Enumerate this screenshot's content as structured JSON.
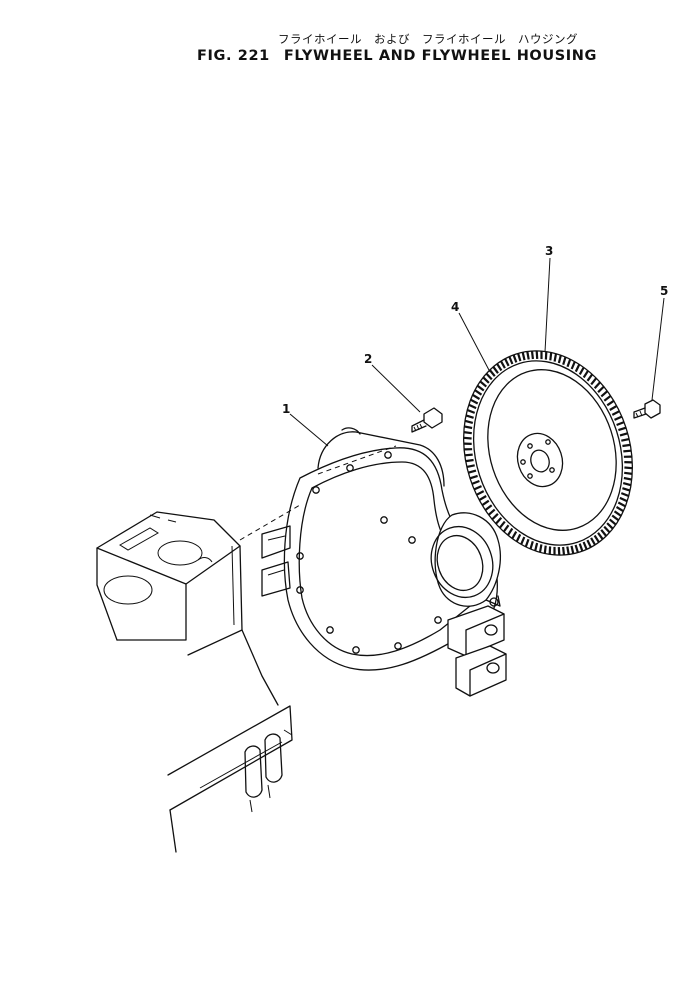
{
  "title": {
    "japanese": "フライホイール　および　フライホイール　ハウジング",
    "figure_number": "FIG. 221",
    "english": "FLYWHEEL AND FLYWHEEL HOUSING"
  },
  "callouts": [
    "1",
    "2",
    "3",
    "4",
    "5"
  ]
}
